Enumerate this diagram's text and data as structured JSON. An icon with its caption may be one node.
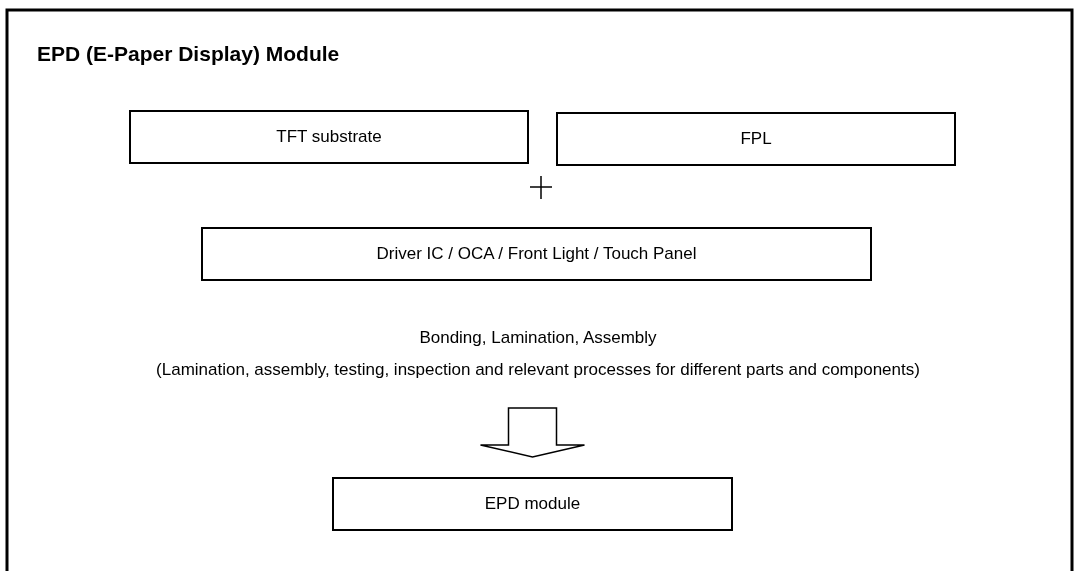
{
  "diagram": {
    "title": "EPD (E-Paper Display) Module",
    "nodes": [
      {
        "text": [
          "TFT substrate"
        ]
      },
      {
        "text": [
          "FPL"
        ]
      },
      {
        "text": [
          "Driver IC / OCA / Front Light / Touch Panel"
        ]
      },
      {
        "text": [
          "Bonding, Lamination, Assembly",
          "(Lamination, assembly, testing, inspection and relevant processes for different parts and components)"
        ]
      },
      {
        "text": [
          "EPD module"
        ]
      }
    ],
    "edges": [
      {
        "from": 3,
        "to": 4,
        "arrow": "to",
        "style": "thick"
      }
    ]
  }
}
